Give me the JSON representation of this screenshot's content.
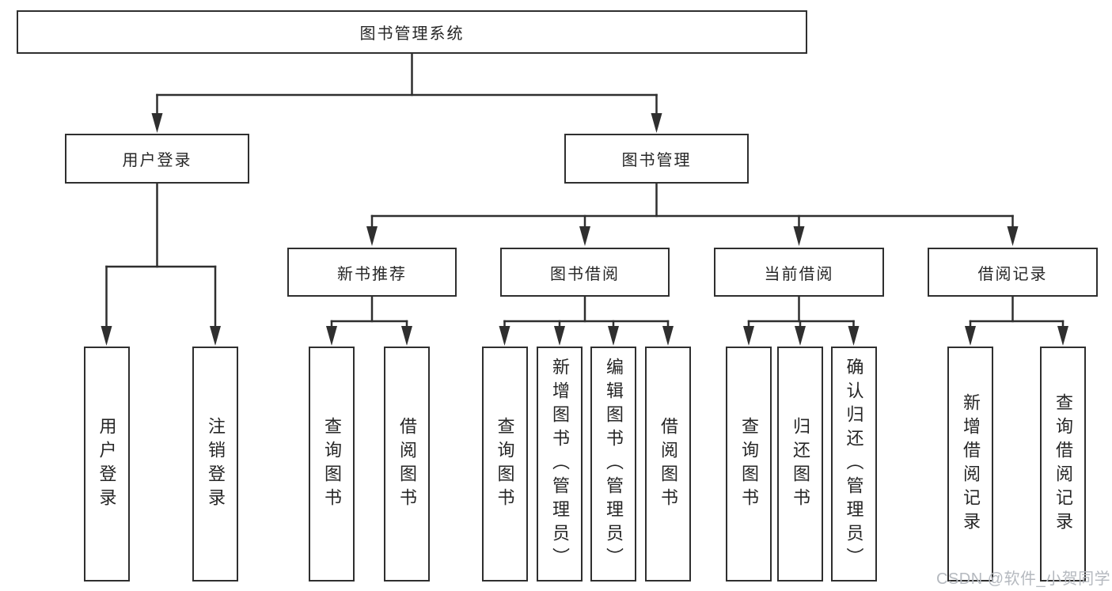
{
  "diagram_type": "tree",
  "colors": {
    "line": "#2f2f2f",
    "node_border": "#2f2f2f",
    "node_fill": "#ffffff",
    "text": "#262626",
    "watermark": "#b5b9bf",
    "background": "#ffffff"
  },
  "tree": {
    "label": "图书管理系统",
    "children": [
      {
        "label": "用户登录",
        "children": [
          {
            "label": "用户登录"
          },
          {
            "label": "注销登录"
          }
        ]
      },
      {
        "label": "图书管理",
        "children": [
          {
            "label": "新书推荐",
            "children": [
              {
                "label": "查询图书"
              },
              {
                "label": "借阅图书"
              }
            ]
          },
          {
            "label": "图书借阅",
            "children": [
              {
                "label": "查询图书"
              },
              {
                "label": "新增图书（管理员）"
              },
              {
                "label": "编辑图书（管理员）"
              },
              {
                "label": "借阅图书"
              }
            ]
          },
          {
            "label": "当前借阅",
            "children": [
              {
                "label": "查询图书"
              },
              {
                "label": "归还图书"
              },
              {
                "label": "确认归还（管理员）"
              }
            ]
          },
          {
            "label": "借阅记录",
            "children": [
              {
                "label": "新增借阅记录"
              },
              {
                "label": "查询借阅记录"
              }
            ]
          }
        ]
      }
    ]
  },
  "watermark": {
    "text": "CSDN @软件_小贺同学"
  }
}
